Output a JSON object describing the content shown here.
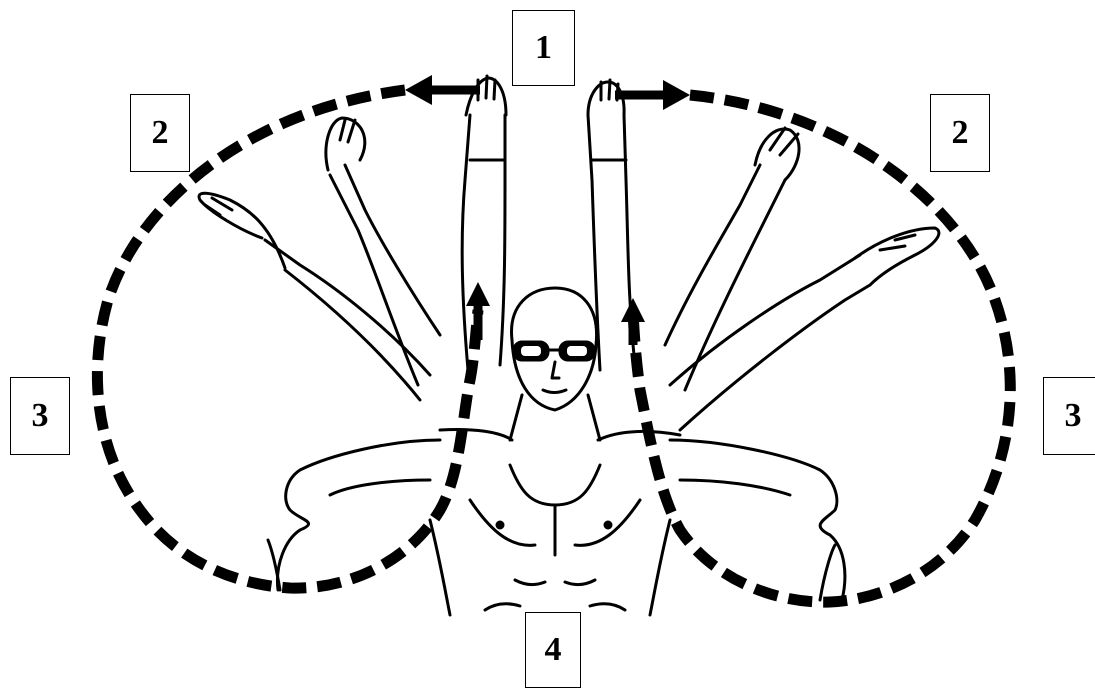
{
  "diagram": {
    "labels": {
      "top": "1",
      "upper_left": "2",
      "upper_right": "2",
      "side_left": "3",
      "side_right": "3",
      "bottom": "4"
    },
    "colors": {
      "ink": "#000000",
      "background": "#ffffff"
    },
    "icons": [
      "swimmer-figure",
      "arm-path-arrow"
    ]
  }
}
